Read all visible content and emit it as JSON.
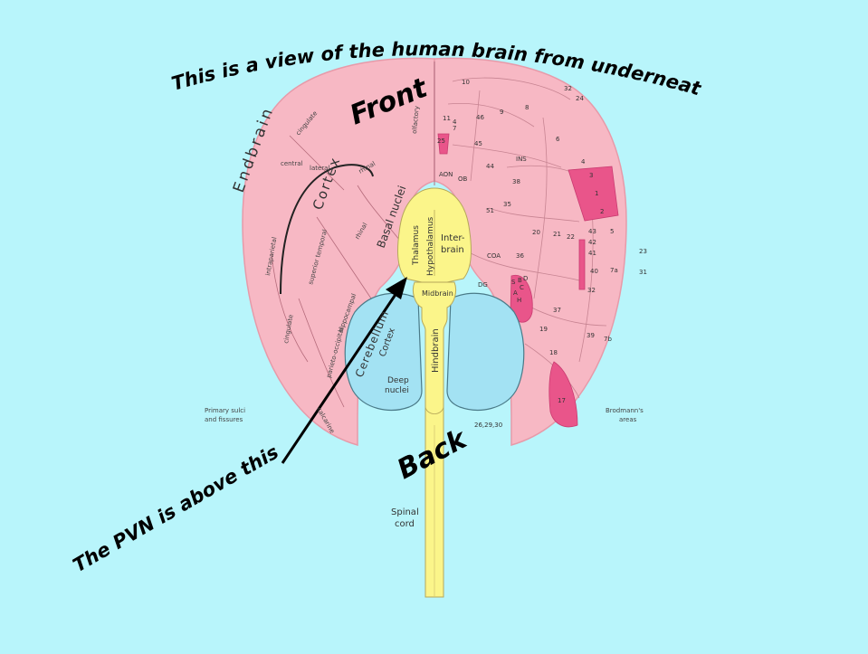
{
  "title_caption": "This is a view of the human brain from underneath",
  "front_label": "Front",
  "back_label": "Back",
  "pvn_caption": "The PVN is above this",
  "colors": {
    "background": "#b8f5fb",
    "cerebrum": "#f7b8c4",
    "cerebrum_edge": "#e79aa9",
    "cerebellum": "#a3e2f3",
    "brainstem": "#fbf58a",
    "highlight": "#e9558a"
  },
  "left_hemisphere": {
    "endbrain": "Endbrain",
    "cortex": "Cortex",
    "basal_nuclei": "Basal nuclei",
    "sulci": [
      "cingulate",
      "central",
      "lateral",
      "rhinal",
      "olfactory",
      "intraparietal",
      "superior temporal",
      "rhinal",
      "hippocampal",
      "parieto-occipital",
      "cingulate",
      "calcarine"
    ],
    "primary_sulci": "Primary sulci",
    "and_fissures": "and fissures"
  },
  "center": {
    "thalamus": "Thalamus",
    "hypothalamus": "Hypothalamus",
    "inter": "Inter-",
    "brain": "brain",
    "midbrain": "Midbrain",
    "hindbrain": "Hindbrain",
    "spinal": "Spinal",
    "cord": "cord"
  },
  "cerebellum": {
    "name": "Cerebellum",
    "cortex": "Cortex",
    "deep": "Deep",
    "nuclei": "nuclei"
  },
  "right_hemisphere": {
    "regions": [
      "AON",
      "OB",
      "INS",
      "COA",
      "DG",
      "S",
      "B",
      "D",
      "C",
      "A",
      "H"
    ],
    "brodmann_numbers": [
      "10",
      "32",
      "24",
      "11",
      "4",
      "7",
      "46",
      "9",
      "8",
      "25",
      "6",
      "45",
      "44",
      "4",
      "3",
      "1",
      "2",
      "38",
      "35",
      "51",
      "20",
      "21",
      "22",
      "43",
      "42",
      "41",
      "5",
      "23",
      "31",
      "40",
      "7a",
      "36",
      "32",
      "37",
      "19",
      "39",
      "7b",
      "18",
      "17",
      "26,29,30"
    ],
    "brodmanns": "Brodmann's",
    "areas": "areas"
  }
}
